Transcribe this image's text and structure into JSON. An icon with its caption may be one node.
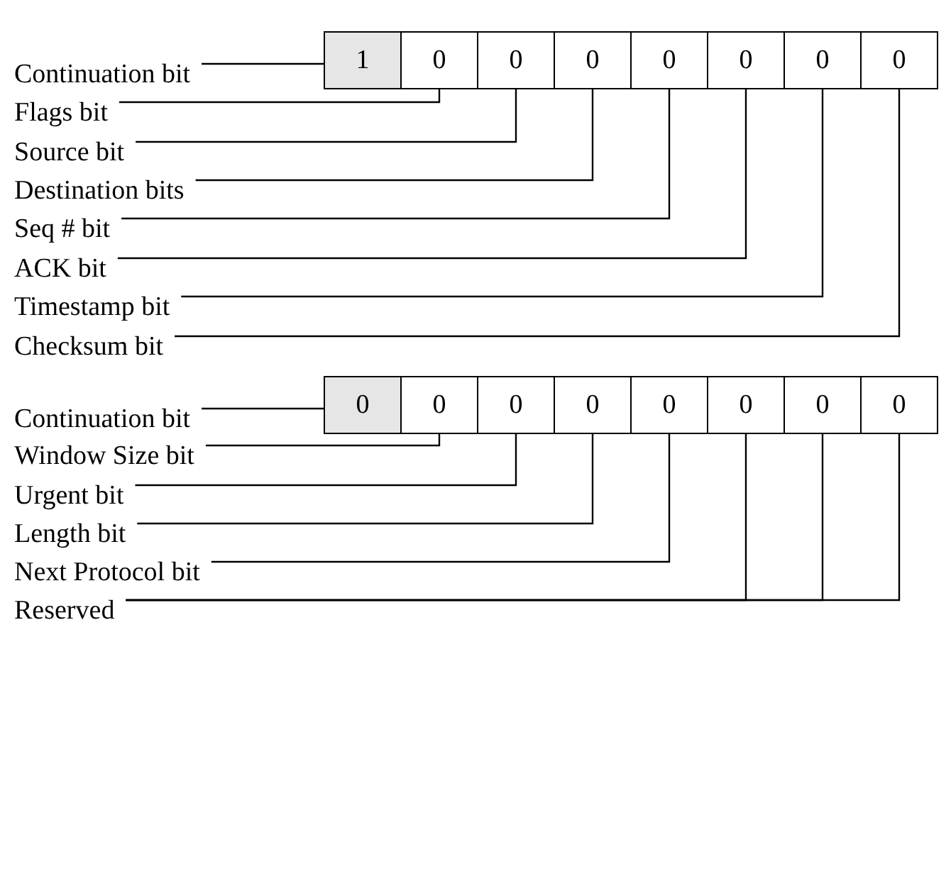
{
  "diagram": {
    "nodes": [
      {
        "text": [
          "1"
        ]
      },
      {
        "text": [
          "0"
        ]
      },
      {
        "text": [
          "0"
        ]
      },
      {
        "text": [
          "0"
        ]
      },
      {
        "text": [
          "0"
        ]
      },
      {
        "text": [
          "0"
        ]
      },
      {
        "text": [
          "0"
        ]
      },
      {
        "text": [
          "0"
        ]
      },
      {
        "text": [
          "Continuation bit"
        ]
      },
      {
        "text": [
          "Flags bit"
        ]
      },
      {
        "text": [
          "Source bit"
        ]
      },
      {
        "text": [
          "Destination bits"
        ]
      },
      {
        "text": [
          "Seq # bit"
        ]
      },
      {
        "text": [
          "ACK bit"
        ]
      },
      {
        "text": [
          "Timestamp bit"
        ]
      },
      {
        "text": [
          "Checksum bit"
        ]
      },
      {
        "text": [
          "0"
        ]
      },
      {
        "text": [
          "0"
        ]
      },
      {
        "text": [
          "0"
        ]
      },
      {
        "text": [
          "0"
        ]
      },
      {
        "text": [
          "0"
        ]
      },
      {
        "text": [
          "0"
        ]
      },
      {
        "text": [
          "0"
        ]
      },
      {
        "text": [
          "0"
        ]
      },
      {
        "text": [
          "Continuation bit"
        ]
      },
      {
        "text": [
          "Window Size bit"
        ]
      },
      {
        "text": [
          "Urgent bit"
        ]
      },
      {
        "text": [
          "Length bit"
        ]
      },
      {
        "text": [
          "Next Protocol bit"
        ]
      },
      {
        "text": [
          "Reserved"
        ]
      }
    ],
    "edges": [
      {
        "from": 8,
        "to": 0,
        "arrow": "none"
      },
      {
        "from": 9,
        "to": 1,
        "arrow": "none"
      },
      {
        "from": 10,
        "to": 2,
        "arrow": "none"
      },
      {
        "from": 11,
        "to": 3,
        "arrow": "none"
      },
      {
        "from": 12,
        "to": 4,
        "arrow": "none"
      },
      {
        "from": 13,
        "to": 5,
        "arrow": "none"
      },
      {
        "from": 14,
        "to": 6,
        "arrow": "none"
      },
      {
        "from": 15,
        "to": 7,
        "arrow": "none"
      },
      {
        "from": 24,
        "to": 16,
        "arrow": "none"
      },
      {
        "from": 25,
        "to": 17,
        "arrow": "none"
      },
      {
        "from": 26,
        "to": 18,
        "arrow": "none"
      },
      {
        "from": 27,
        "to": 19,
        "arrow": "none"
      },
      {
        "from": 28,
        "to": 20,
        "arrow": "none"
      },
      {
        "from": 29,
        "to": 21,
        "arrow": "none"
      },
      {
        "from": 29,
        "to": 22,
        "arrow": "none"
      },
      {
        "from": 29,
        "to": 23,
        "arrow": "none"
      }
    ]
  }
}
